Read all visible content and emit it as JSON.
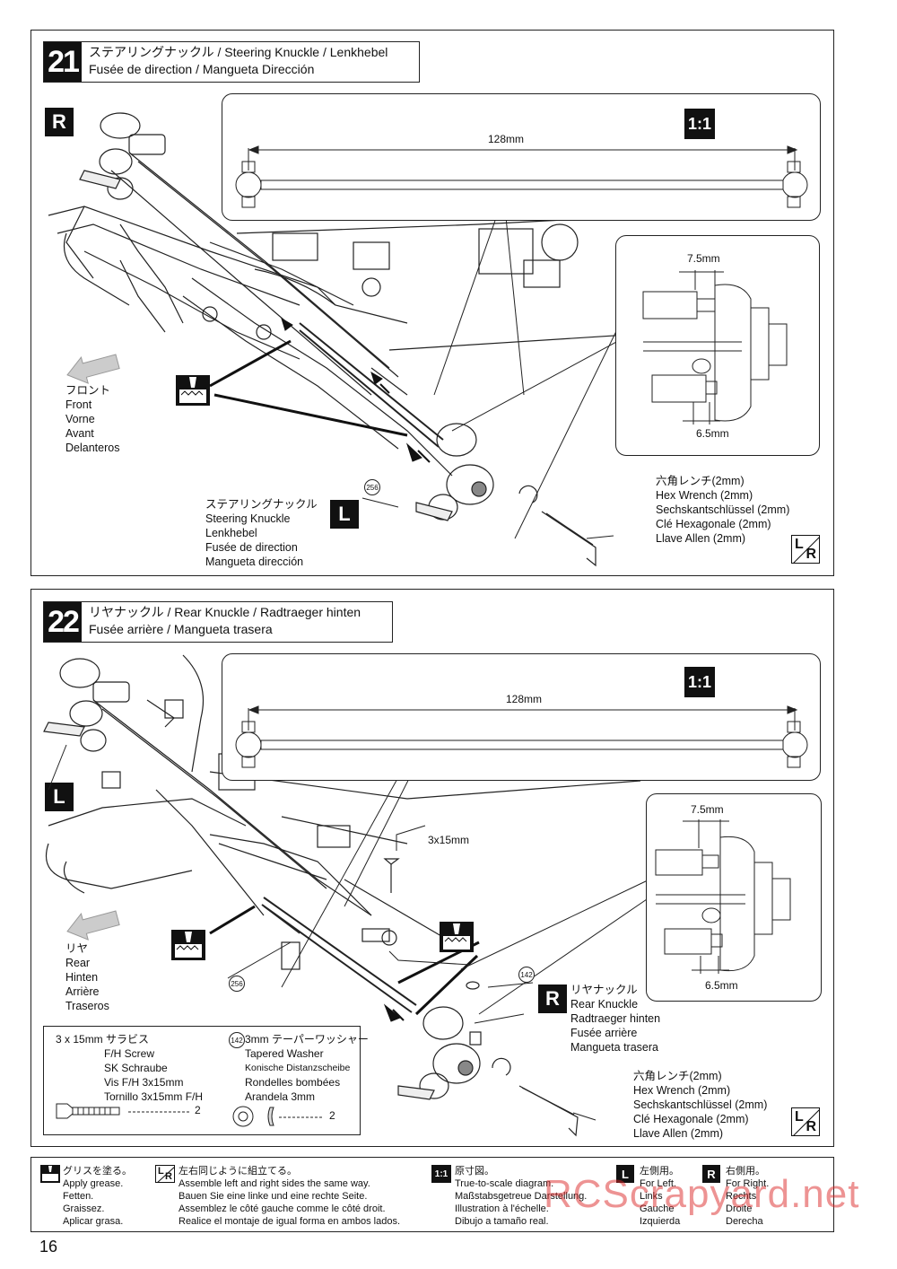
{
  "step21": {
    "number": "21",
    "title_line1": "ステアリングナックル / Steering Knuckle / Lenkhebel",
    "title_line2": "Fusée de direction / Mangueta Dirección",
    "side_badge": "R",
    "scale_badge": "1:1",
    "shaft_length": "128mm",
    "dim_top": "7.5mm",
    "dim_bottom": "6.5mm",
    "direction_labels": [
      "フロント",
      "Front",
      "Vorne",
      "Avant",
      "Delanteros"
    ],
    "part_number": "256",
    "knuckle_labels": [
      "ステアリングナックル",
      "Steering Knuckle",
      "Lenkhebel",
      "Fusée de direction",
      "Mangueta dirección"
    ],
    "knuckle_badge": "L",
    "wrench_labels": [
      "六角レンチ(2mm)",
      "Hex Wrench (2mm)",
      "Sechskantschlüssel (2mm)",
      "Clé Hexagonale (2mm)",
      "Llave Allen (2mm)"
    ]
  },
  "step22": {
    "number": "22",
    "title_line1": "リヤナックル / Rear Knuckle / Radtraeger hinten",
    "title_line2": "Fusée arrière / Mangueta trasera",
    "side_badge": "L",
    "scale_badge": "1:1",
    "shaft_length": "128mm",
    "dim_top": "7.5mm",
    "dim_bottom": "6.5mm",
    "screw_label": "3x15mm",
    "direction_labels": [
      "リヤ",
      "Rear",
      "Hinten",
      "Arrière",
      "Traseros"
    ],
    "part_number": "256",
    "washer_number": "142",
    "knuckle_labels": [
      "リヤナックル",
      "Rear Knuckle",
      "Radtraeger hinten",
      "Fusée arrière",
      "Mangueta trasera"
    ],
    "knuckle_badge": "R",
    "wrench_labels": [
      "六角レンチ(2mm)",
      "Hex Wrench (2mm)",
      "Sechskantschlüssel (2mm)",
      "Clé Hexagonale (2mm)",
      "Llave Allen (2mm)"
    ],
    "legend_screw_lines": [
      "3 x 15mm  サラビス",
      "F/H Screw",
      "SK Schraube",
      "Vis F/H 3x15mm",
      "Tornillo 3x15mm F/H"
    ],
    "legend_screw_qty": "2",
    "legend_washer_number": "142",
    "legend_washer_lines": [
      "3mm テーパーワッシャー",
      "Tapered Washer",
      "Konische Distanzscheibe",
      "Rondelles bombées",
      "Arandela 3mm"
    ],
    "legend_washer_qty": "2"
  },
  "footer": {
    "grease": [
      "グリスを塗る。",
      "Apply grease.",
      "Fetten.",
      "Graissez.",
      "Aplicar grasa."
    ],
    "lr": [
      "左右同じように組立てる。",
      "Assemble left and right sides the same way.",
      "Bauen Sie eine linke und eine rechte Seite.",
      "Assemblez le côté gauche comme le côté droit.",
      "Realice el montaje de igual forma en ambos lados."
    ],
    "scale_icon": "1:1",
    "scale": [
      "原寸図。",
      "True-to-scale diagram.",
      "Maßstabsgetreue Darstellung.",
      "Illustration à l'échelle.",
      "Dibujo a tamaño real."
    ],
    "left_icon": "L",
    "left": [
      "左側用。",
      "For Left.",
      "Links",
      "Gauche",
      "Izquierda"
    ],
    "right_icon": "R",
    "right": [
      "右側用。",
      "For Right.",
      "Rechts",
      "Droite",
      "Derecha"
    ]
  },
  "lr_icon": {
    "l": "L",
    "r": "R"
  },
  "page_number": "16",
  "watermark": "RCScrapyard.net"
}
